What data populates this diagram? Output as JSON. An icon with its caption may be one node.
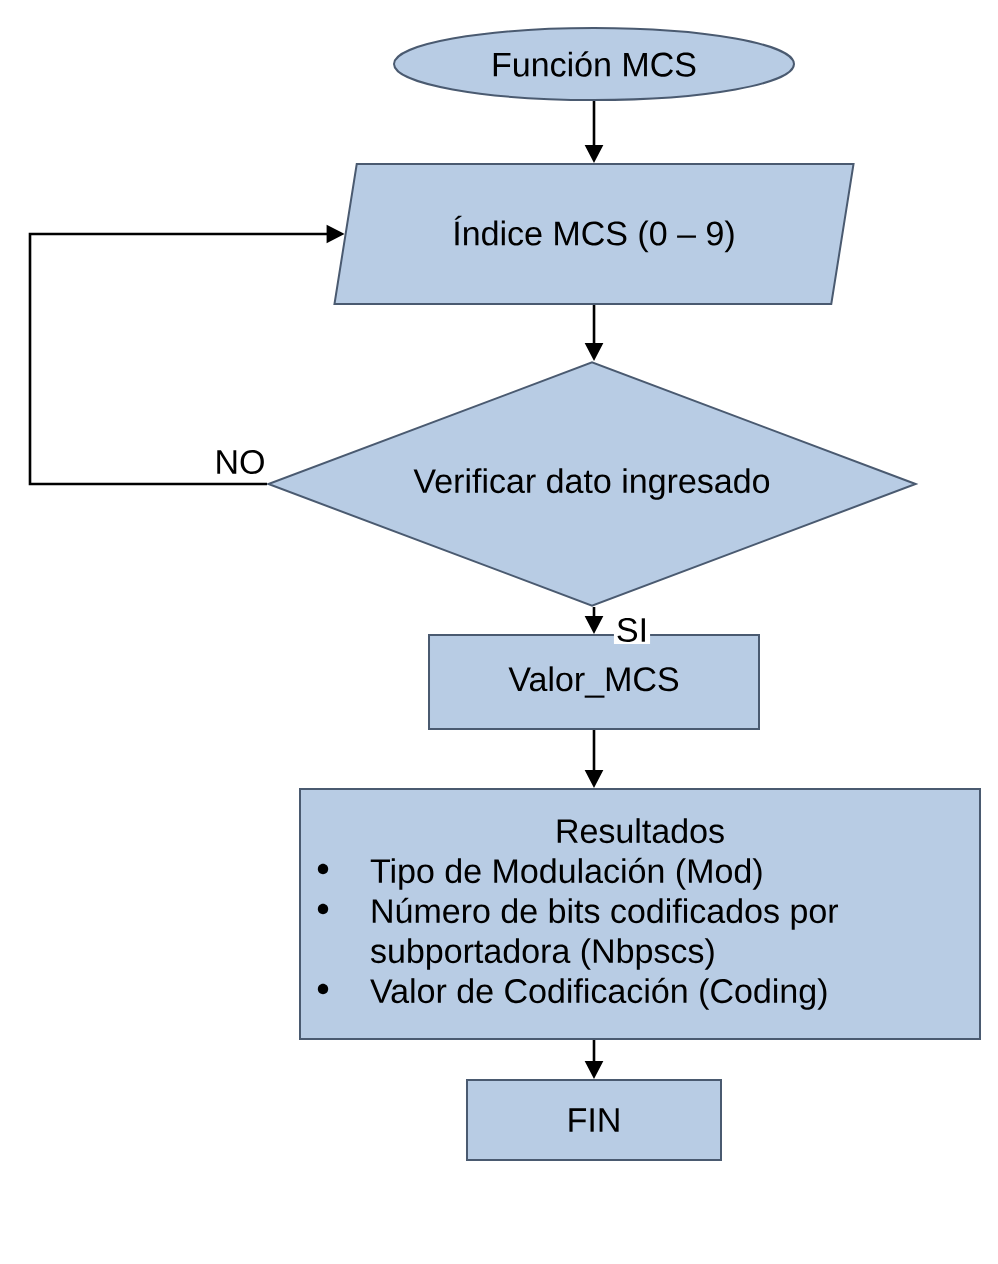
{
  "diagram": {
    "nodes": [
      {
        "text": [
          "Función MCS"
        ]
      },
      {
        "text": [
          "Índice MCS (0 – 9)"
        ]
      },
      {
        "text": [
          "Verificar dato ingresado"
        ]
      },
      {
        "text": [
          "Valor_MCS"
        ]
      },
      {
        "text": [
          "Resultados",
          "Tipo de Modulación (Mod)",
          "Número de bits codificados por subportadora (Nbpscs)",
          "Valor de Codificación (Coding)"
        ]
      },
      {
        "text": [
          "FIN"
        ]
      }
    ],
    "edges": [
      {
        "from": 0,
        "to": 1,
        "arrow": "to"
      },
      {
        "from": 1,
        "to": 2,
        "arrow": "to"
      },
      {
        "from": 2,
        "to": 1,
        "arrow": "to",
        "label": "NO"
      },
      {
        "from": 2,
        "to": 3,
        "arrow": "to",
        "label": "SI"
      },
      {
        "from": 3,
        "to": 4,
        "arrow": "to"
      },
      {
        "from": 4,
        "to": 5,
        "arrow": "to"
      }
    ]
  }
}
